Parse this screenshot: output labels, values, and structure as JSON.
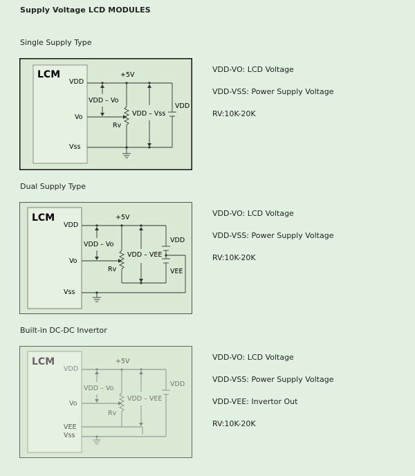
{
  "page": {
    "title": "Supply Voltage LCD MODULES"
  },
  "sections": [
    {
      "title": "Single Supply Type",
      "diagram": {
        "lcm": "LCM",
        "vdd_pin": "VDD",
        "vo_pin": "Vo",
        "vss_pin": "Vss",
        "supply": "+5V",
        "meas_vo": "VDD – Vo",
        "meas_vss": "VDD – Vss",
        "rv": "Rv",
        "batt": "VDD"
      },
      "notes": [
        "VDD-VO: LCD Voltage",
        "VDD-VSS: Power Supply Voltage",
        "RV:10K-20K"
      ]
    },
    {
      "title": "Dual Supply Type",
      "diagram": {
        "lcm": "LCM",
        "vdd_pin": "VDD",
        "vo_pin": "Vo",
        "vss_pin": "Vss",
        "supply": "+5V",
        "meas_vo": "VDD – Vo",
        "meas_vee": "VDD – VEE",
        "rv": "Rv",
        "batt_top": "VDD",
        "batt_bot": "VEE"
      },
      "notes": [
        "VDD-VO: LCD Voltage",
        "VDD-VSS: Power Supply Voltage",
        "RV:10K-20K"
      ]
    },
    {
      "title": "Built-in DC-DC Invertor",
      "diagram": {
        "lcm": "LCM",
        "vdd_pin": "VDD",
        "vo_pin": "Vo",
        "vee_pin": "VEE",
        "vss_pin": "Vss",
        "supply": "+5V",
        "meas_vo": "VDD – Vo",
        "meas_vee": "VDD – VEE",
        "rv": "Rv",
        "batt": "VDD"
      },
      "notes": [
        "VDD-VO: LCD Voltage",
        "VDD-VSS: Power Supply Voltage",
        "VDD-VEE: Invertor Out",
        "RV:10K-20K"
      ]
    }
  ]
}
